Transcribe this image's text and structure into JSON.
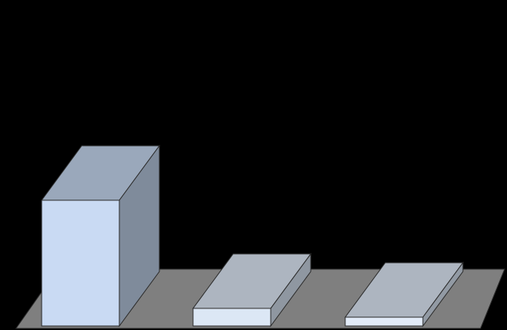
{
  "chart_data": {
    "type": "bar",
    "style": "3d",
    "categories": [
      "",
      "",
      ""
    ],
    "values": [
      100,
      14,
      7
    ],
    "ylim": [
      0,
      100
    ],
    "title": "",
    "xlabel": "",
    "ylabel": "",
    "grid": false,
    "legend": "none",
    "colors": {
      "background": "#000000",
      "floor": "#7f7f7f",
      "front": [
        "#c9daf3",
        "#dce7f5",
        "#e2ebf8"
      ],
      "top": [
        "#9aa8bb",
        "#adb5c0",
        "#adb5c0"
      ],
      "side": [
        "#7f8b9b",
        "#8f97a1",
        "#929aa4"
      ],
      "edge": "#2b2b2b"
    }
  }
}
